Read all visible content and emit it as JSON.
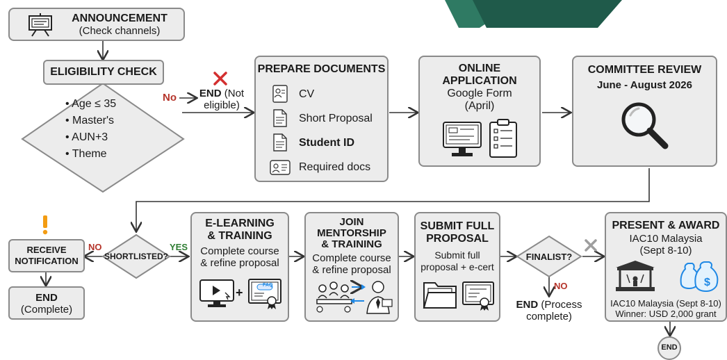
{
  "colors": {
    "box_fill": "#ececec",
    "box_border": "#8a8a8a",
    "arrow": "#333333",
    "no_red": "#b5342a",
    "yes_green": "#2e7d32",
    "cross_red": "#d32f2f",
    "exclaim_orange": "#f39c12",
    "money_blue": "#1e88e5",
    "banner_dark": "#1f5a4a",
    "banner_mid": "#2f7a63"
  },
  "announcement": {
    "title": "ANNOUNCEMENT",
    "subtitle": "(Check channels)"
  },
  "eligibility": {
    "title": "ELIGIBILITY CHECK",
    "criteria": [
      "Age ≤ 35",
      "Master's",
      "AUN+3",
      "Theme"
    ]
  },
  "not_eligible": {
    "no_label": "No",
    "end_line1": "END",
    "end_line1b": " (Not",
    "end_line2": "eligible)"
  },
  "prepare": {
    "title": "PREPARE DOCUMENTS",
    "items": [
      {
        "label": "CV",
        "icon": "id-card-icon"
      },
      {
        "label": "Short Proposal",
        "icon": "document-icon"
      },
      {
        "label": "Student ID",
        "icon": "document-icon"
      },
      {
        "label": "Required docs",
        "icon": "id-card-icon"
      }
    ]
  },
  "online": {
    "title_line1": "ONLINE",
    "title_line2": "APPLICATION",
    "sub_line1": "Google Form",
    "sub_line2": "(April)"
  },
  "committee": {
    "title": "COMMITTEE REVIEW",
    "dates": "June - August 2026"
  },
  "shortlisted": {
    "label": "SHORTLISTED?",
    "no_label": "NO",
    "yes_label": "YES"
  },
  "notification": {
    "line1": "RECEIVE",
    "line2": "NOTIFICATION"
  },
  "end_complete": {
    "line1": "END",
    "line2": "(Complete)"
  },
  "elearning": {
    "title_line1": "E-LEARNING",
    "title_line2": "& TRAINING",
    "sub_line1": "Complete course",
    "sub_line2": "& refine proposal",
    "plus": "+",
    "faq_text": "FAQ"
  },
  "mentorship": {
    "title_line1": "JOIN",
    "title_line2": "MENTORSHIP",
    "title_line3": "& TRAINING",
    "sub_line1": "Complete course",
    "sub_line2": "& refine proposal"
  },
  "submit": {
    "title_line1": "SUBMIT FULL",
    "title_line2": "PROPOSAL",
    "sub_line1": "Submit full",
    "sub_line2": "proposal + e-cert"
  },
  "finalist": {
    "label": "FINALIST?",
    "no_label": "NO",
    "end_line1": "END",
    "end_line1b": " (Process",
    "end_line2": "complete)"
  },
  "present": {
    "title": "PRESENT & AWARD",
    "sub_line1": "IAC10 Malaysia",
    "sub_line2": "(Sept 8-10)",
    "foot_line1": "IAC10 Malaysia (Sept 8-10)",
    "foot_line2": "Winner: USD 2,000 grant",
    "money_symbol": "$"
  },
  "end_final": {
    "label": "END"
  }
}
